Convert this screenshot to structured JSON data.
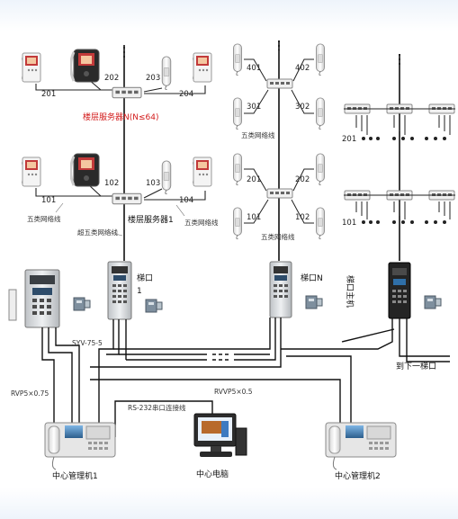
{
  "floor_server_n": {
    "label": "楼层服务器N",
    "suffix": "(N≤64)"
  },
  "floor_server_1": {
    "label": "楼层服务器1"
  },
  "units_top": [
    "201",
    "202",
    "203",
    "204"
  ],
  "units_bottom": [
    "101",
    "102",
    "103",
    "104"
  ],
  "cable_cat5": "五类网络线",
  "cable_super_cat5": "超五类网络线",
  "mid_tower_units": [
    "401",
    "402",
    "301",
    "302",
    "201",
    "202",
    "101",
    "102"
  ],
  "right_tower_units": [
    "201",
    "101"
  ],
  "stair_entry": "梯口",
  "stair_entry_n": "梯口N",
  "stair_host": "梯口主机",
  "cable_syv": "SYV-75-5",
  "cable_rvp": "RVP5×0.75",
  "cable_rvvp": "RVVP5×0.5",
  "cable_rs232": "RS-232串口连接线",
  "next_entry": "到下一梯口",
  "center_manager_1": "中心管理机1",
  "center_pc": "中心电脑",
  "center_manager_2": "中心管理机2"
}
